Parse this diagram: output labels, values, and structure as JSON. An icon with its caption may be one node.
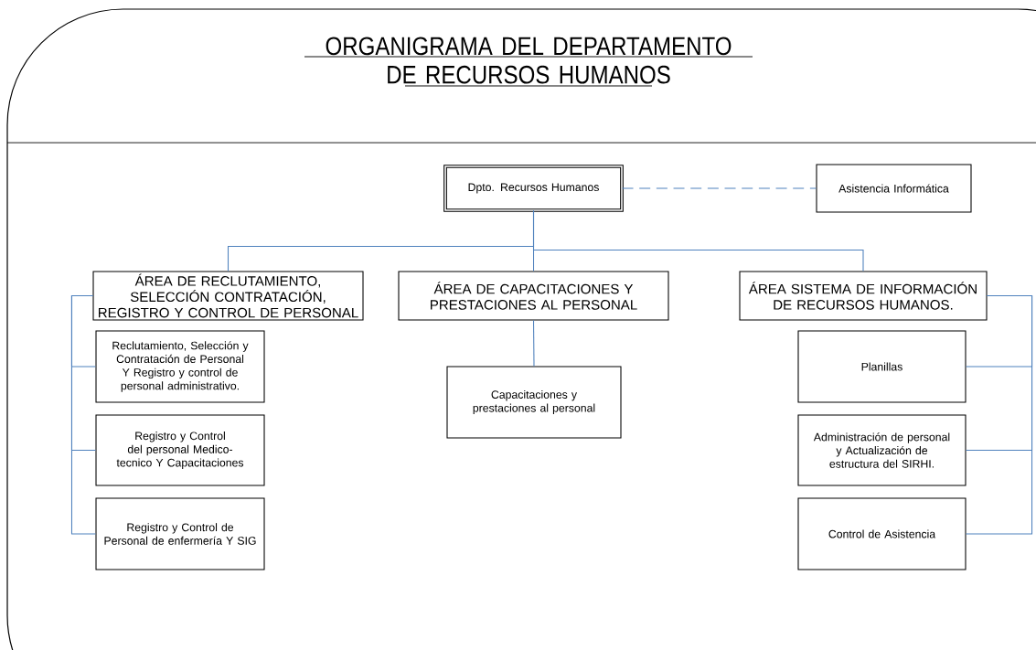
{
  "diagram": {
    "title": "ORGANIGRAMA DEL DEPARTAMENTO DE RECURSOS HUMANOS",
    "nodes": [
      {
        "text": [
          "Dpto. Recursos Humanos"
        ]
      },
      {
        "text": [
          "Asistencia Informática"
        ]
      },
      {
        "text": [
          "ÁREA DE RECLUTAMIENTO, SELECCIÓN CONTRATACIÓN, REGISTRO Y CONTROL DE PERSONAL"
        ]
      },
      {
        "text": [
          "ÁREA DE CAPACITACIONES Y PRESTACIONES AL PERSONAL"
        ]
      },
      {
        "text": [
          "ÁREA SISTEMA DE INFORMACIÓN DE RECURSOS HUMANOS."
        ]
      },
      {
        "text": [
          "Reclutamiento, Selección y Contratación de Personal Y Registro y control de personal administrativo."
        ]
      },
      {
        "text": [
          "Registro y Control del personal Medico-tecnico Y Capacitaciones"
        ]
      },
      {
        "text": [
          "Registro y Control de Personal de enfermería Y SIG"
        ]
      },
      {
        "text": [
          "Capacitaciones y prestaciones al personal"
        ]
      },
      {
        "text": [
          "Planillas"
        ]
      },
      {
        "text": [
          "Administración de personal y Actualización de estructura del SIRHI."
        ]
      },
      {
        "text": [
          "Control de Asistencia"
        ]
      }
    ],
    "edges": [
      {
        "from": 0,
        "to": 1,
        "arrow": "none",
        "style": "dashed"
      },
      {
        "from": 0,
        "to": 2,
        "arrow": "none"
      },
      {
        "from": 0,
        "to": 3,
        "arrow": "none"
      },
      {
        "from": 0,
        "to": 4,
        "arrow": "none"
      },
      {
        "from": 2,
        "to": 5,
        "arrow": "none"
      },
      {
        "from": 2,
        "to": 6,
        "arrow": "none"
      },
      {
        "from": 2,
        "to": 7,
        "arrow": "none"
      },
      {
        "from": 3,
        "to": 8,
        "arrow": "none"
      },
      {
        "from": 4,
        "to": 9,
        "arrow": "none"
      },
      {
        "from": 4,
        "to": 10,
        "arrow": "none"
      },
      {
        "from": 4,
        "to": 11,
        "arrow": "none"
      }
    ]
  }
}
